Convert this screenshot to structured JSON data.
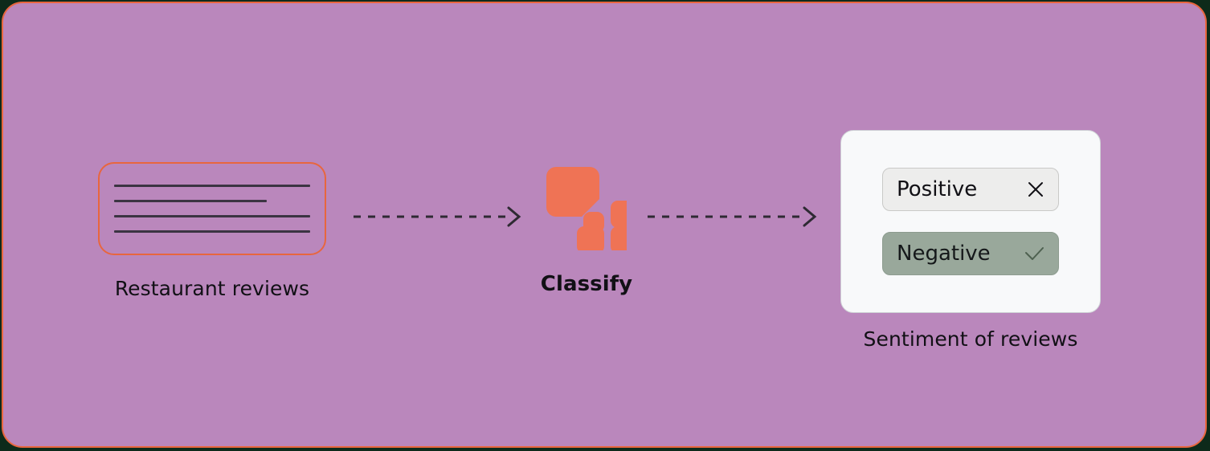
{
  "canvas": {
    "background_color": "#ba87bc",
    "border_color": "#e8663e",
    "page_background": "#0d2a1a"
  },
  "flow": {
    "input": {
      "label": "Restaurant reviews",
      "card": {
        "border_color": "#e8663e",
        "line_color": "#3b3442",
        "line_count": 4,
        "lines": [
          {
            "width_pct": 100
          },
          {
            "width_pct": 78
          },
          {
            "width_pct": 100
          },
          {
            "width_pct": 100
          }
        ]
      }
    },
    "process": {
      "label": "Classify",
      "icon_name": "classify-icon",
      "icon_color": "#ef7355"
    },
    "output": {
      "label": "Sentiment of reviews",
      "card_background": "#f8f9fa",
      "options": [
        {
          "label": "Positive",
          "state": "unselected",
          "icon": "close-icon",
          "background": "#ededec",
          "text_color": "#111015"
        },
        {
          "label": "Negative",
          "state": "selected",
          "icon": "check-icon",
          "background": "#99a89b",
          "text_color": "#15181a"
        }
      ]
    },
    "connectors": [
      {
        "name": "arrow-input-to-classify",
        "style": "dashed",
        "color": "#2e2a33"
      },
      {
        "name": "arrow-classify-to-output",
        "style": "dashed",
        "color": "#2e2a33"
      }
    ]
  }
}
